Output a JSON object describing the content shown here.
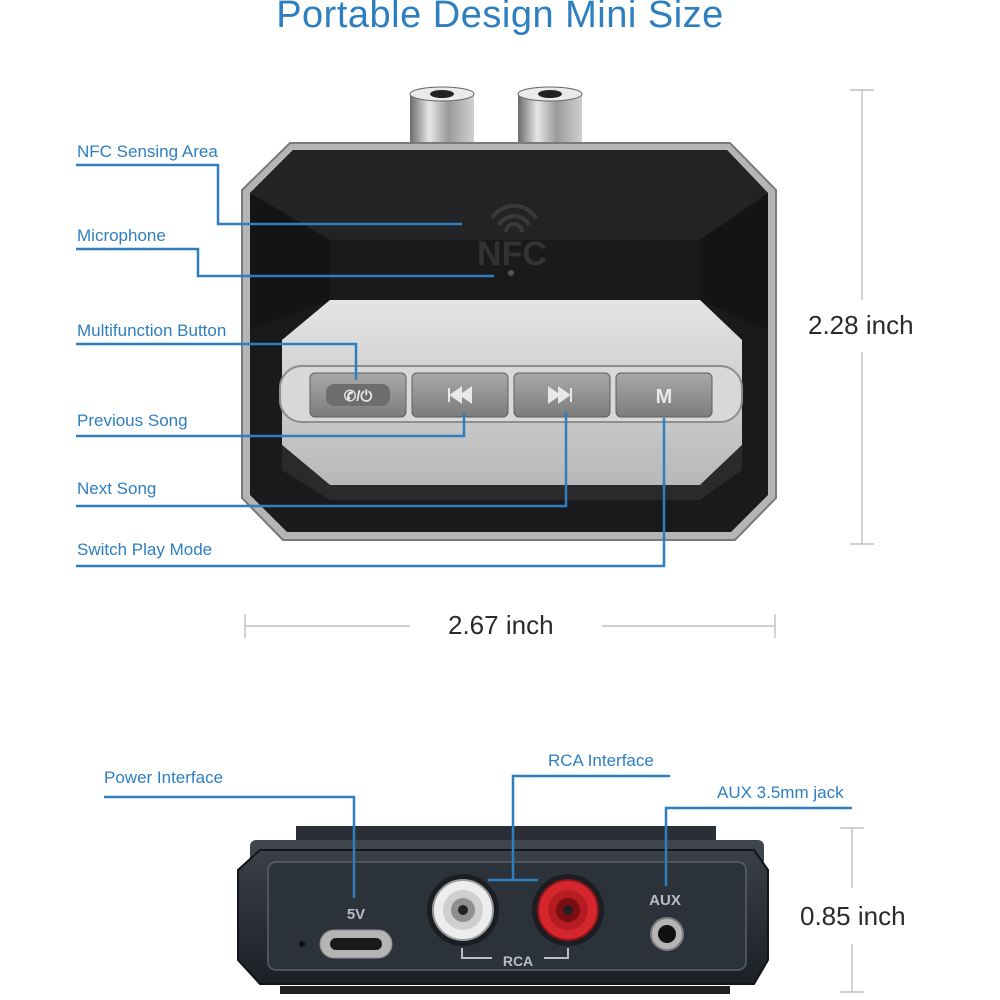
{
  "title": "Portable Design Mini Size",
  "top_view": {
    "labels": {
      "nfc_area": "NFC Sensing Area",
      "microphone": "Microphone",
      "multifunction": "Multifunction Button",
      "previous": "Previous Song",
      "next": "Next Song",
      "switch_mode": "Switch Play Mode"
    },
    "device_marks": {
      "nfc_logo": "NFC",
      "mode_button": "M"
    },
    "height": "2.28 inch",
    "width": "2.67 inch"
  },
  "front_view": {
    "labels": {
      "power": "Power Interface",
      "rca": "RCA Interface",
      "aux": "AUX 3.5mm jack"
    },
    "port_marks": {
      "power": "5V",
      "rca": "RCA",
      "aux": "AUX"
    },
    "height": "0.85 inch"
  },
  "colors": {
    "label_blue": "#2d7fc0",
    "device_body": "#1a1a1c",
    "rca_red": "#c0262b"
  }
}
